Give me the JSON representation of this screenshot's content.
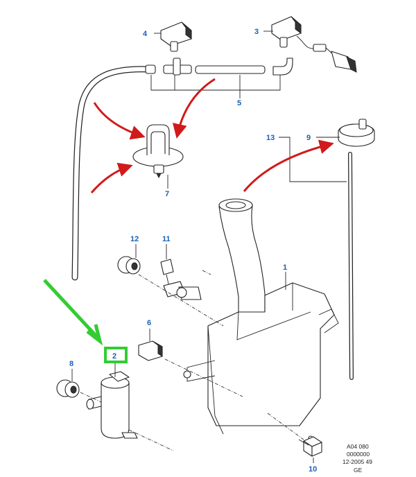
{
  "diagram": {
    "part_labels": {
      "p1": "1",
      "p2": "2",
      "p3": "3",
      "p4": "4",
      "p5": "5",
      "p6": "6",
      "p7": "7",
      "p8": "8",
      "p9": "9",
      "p10": "10",
      "p11": "11",
      "p12": "12",
      "p13": "13"
    },
    "reference_block": {
      "line1": "A04 080",
      "line2": "0000000",
      "line3": "12-2005 49",
      "line4": "GE"
    },
    "colors": {
      "label": "#1a5fb4",
      "annotation_arrow": "#d11a1a",
      "highlight_arrow": "#33cc33",
      "highlight_box": "#33cc33"
    }
  }
}
